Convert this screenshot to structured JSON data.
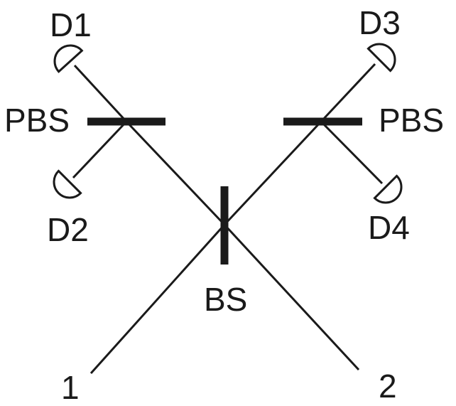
{
  "labels": {
    "d1": "D1",
    "d2": "D2",
    "d3": "D3",
    "d4": "D4",
    "pbs_left": "PBS",
    "pbs_right": "PBS",
    "bs": "BS",
    "port1": "1",
    "port2": "2"
  },
  "colors": {
    "ink": "#1a1a1a",
    "background": "#ffffff"
  }
}
